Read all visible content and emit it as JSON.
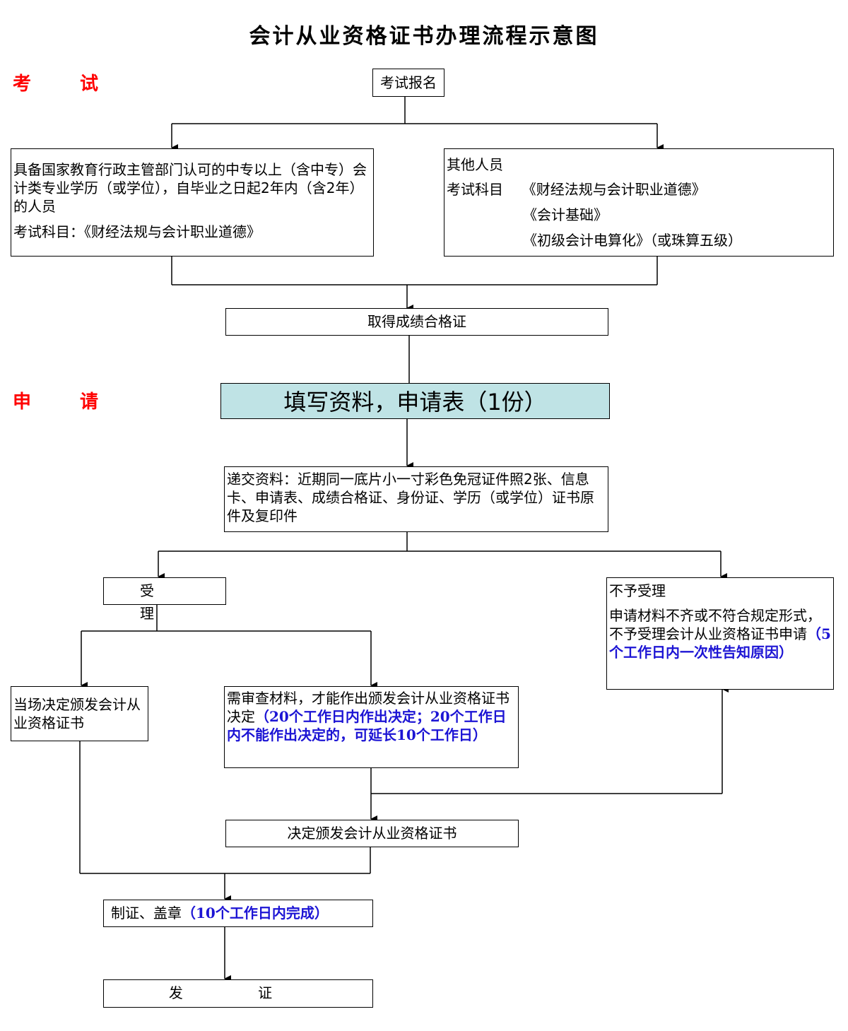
{
  "title": "会计从业资格证书办理流程示意图",
  "stages": {
    "exam": "考 试",
    "apply": "申 请"
  },
  "nodes": {
    "register": "考试报名",
    "groupA": {
      "text": "具备国家教育行政主管部门认可的中专以上（含中专）会计类专业学历（或学位），自毕业之日起2年内（含2年）的人员",
      "subjects": "考试科目：《财经法规与会计职业道德》"
    },
    "groupB": {
      "title": "其他人员",
      "subjects_label": "考试科目",
      "subject1": "《财经法规与会计职业道德》",
      "subject2": "《会计基础》",
      "subject3": "《初级会计电算化》（或珠算五级）"
    },
    "certificate": "取得成绩合格证",
    "fill_form": "填写资料，申请表（1份）",
    "submit": "递交资料：近期同一底片小一寸彩色免冠证件照2张、信息卡、申请表、成绩合格证、身份证、学历（或学位）证书原件及复印件",
    "accept": "受 理",
    "reject": {
      "title": "不予受理",
      "text": "申请材料不齐或不符合规定形式，不予受理会计从业资格证书申请",
      "note": "（5个工作日内一次性告知原因）"
    },
    "onsite": "当场决定颁发会计从业资格证书",
    "review": {
      "text": "需审查材料，才能作出颁发会计从业资格证书决定",
      "note": "（20个工作日内作出决定；20个工作日内不能作出决定的，可延长10个工作日）"
    },
    "decide": "决定颁发会计从业资格证书",
    "make": {
      "text": "制证、盖章",
      "note": "（10个工作日内完成）"
    },
    "issue": "发 证"
  }
}
